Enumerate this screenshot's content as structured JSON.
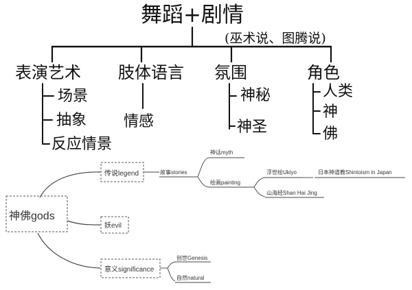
{
  "tree": {
    "title": "舞蹈+剧情",
    "subtitle": "(巫术说、图腾说)",
    "branches": [
      {
        "label": "表演艺术",
        "items": [
          "场景",
          "抽象",
          "反应情景"
        ]
      },
      {
        "label": "肢体语言",
        "items": [
          "情感"
        ]
      },
      {
        "label": "氛围",
        "items": [
          "神秘",
          "神圣"
        ]
      },
      {
        "label": "角色",
        "items": [
          "人类",
          "神",
          "佛"
        ]
      }
    ]
  },
  "mindmap": {
    "root": "神佛gods",
    "legend": "传说legend",
    "evil": "妖evil",
    "significance": "意义significance",
    "stories": "故事stories",
    "myth": "神话myth",
    "painting": "绘画painting",
    "ukiyo": "浮世绘Ukiyo",
    "shintoism": "日本神道教Shintoism in Japan",
    "shanhai": "山海经Shan Hai Jing",
    "genesis": "创世Genesis",
    "natural": "自然natural"
  }
}
